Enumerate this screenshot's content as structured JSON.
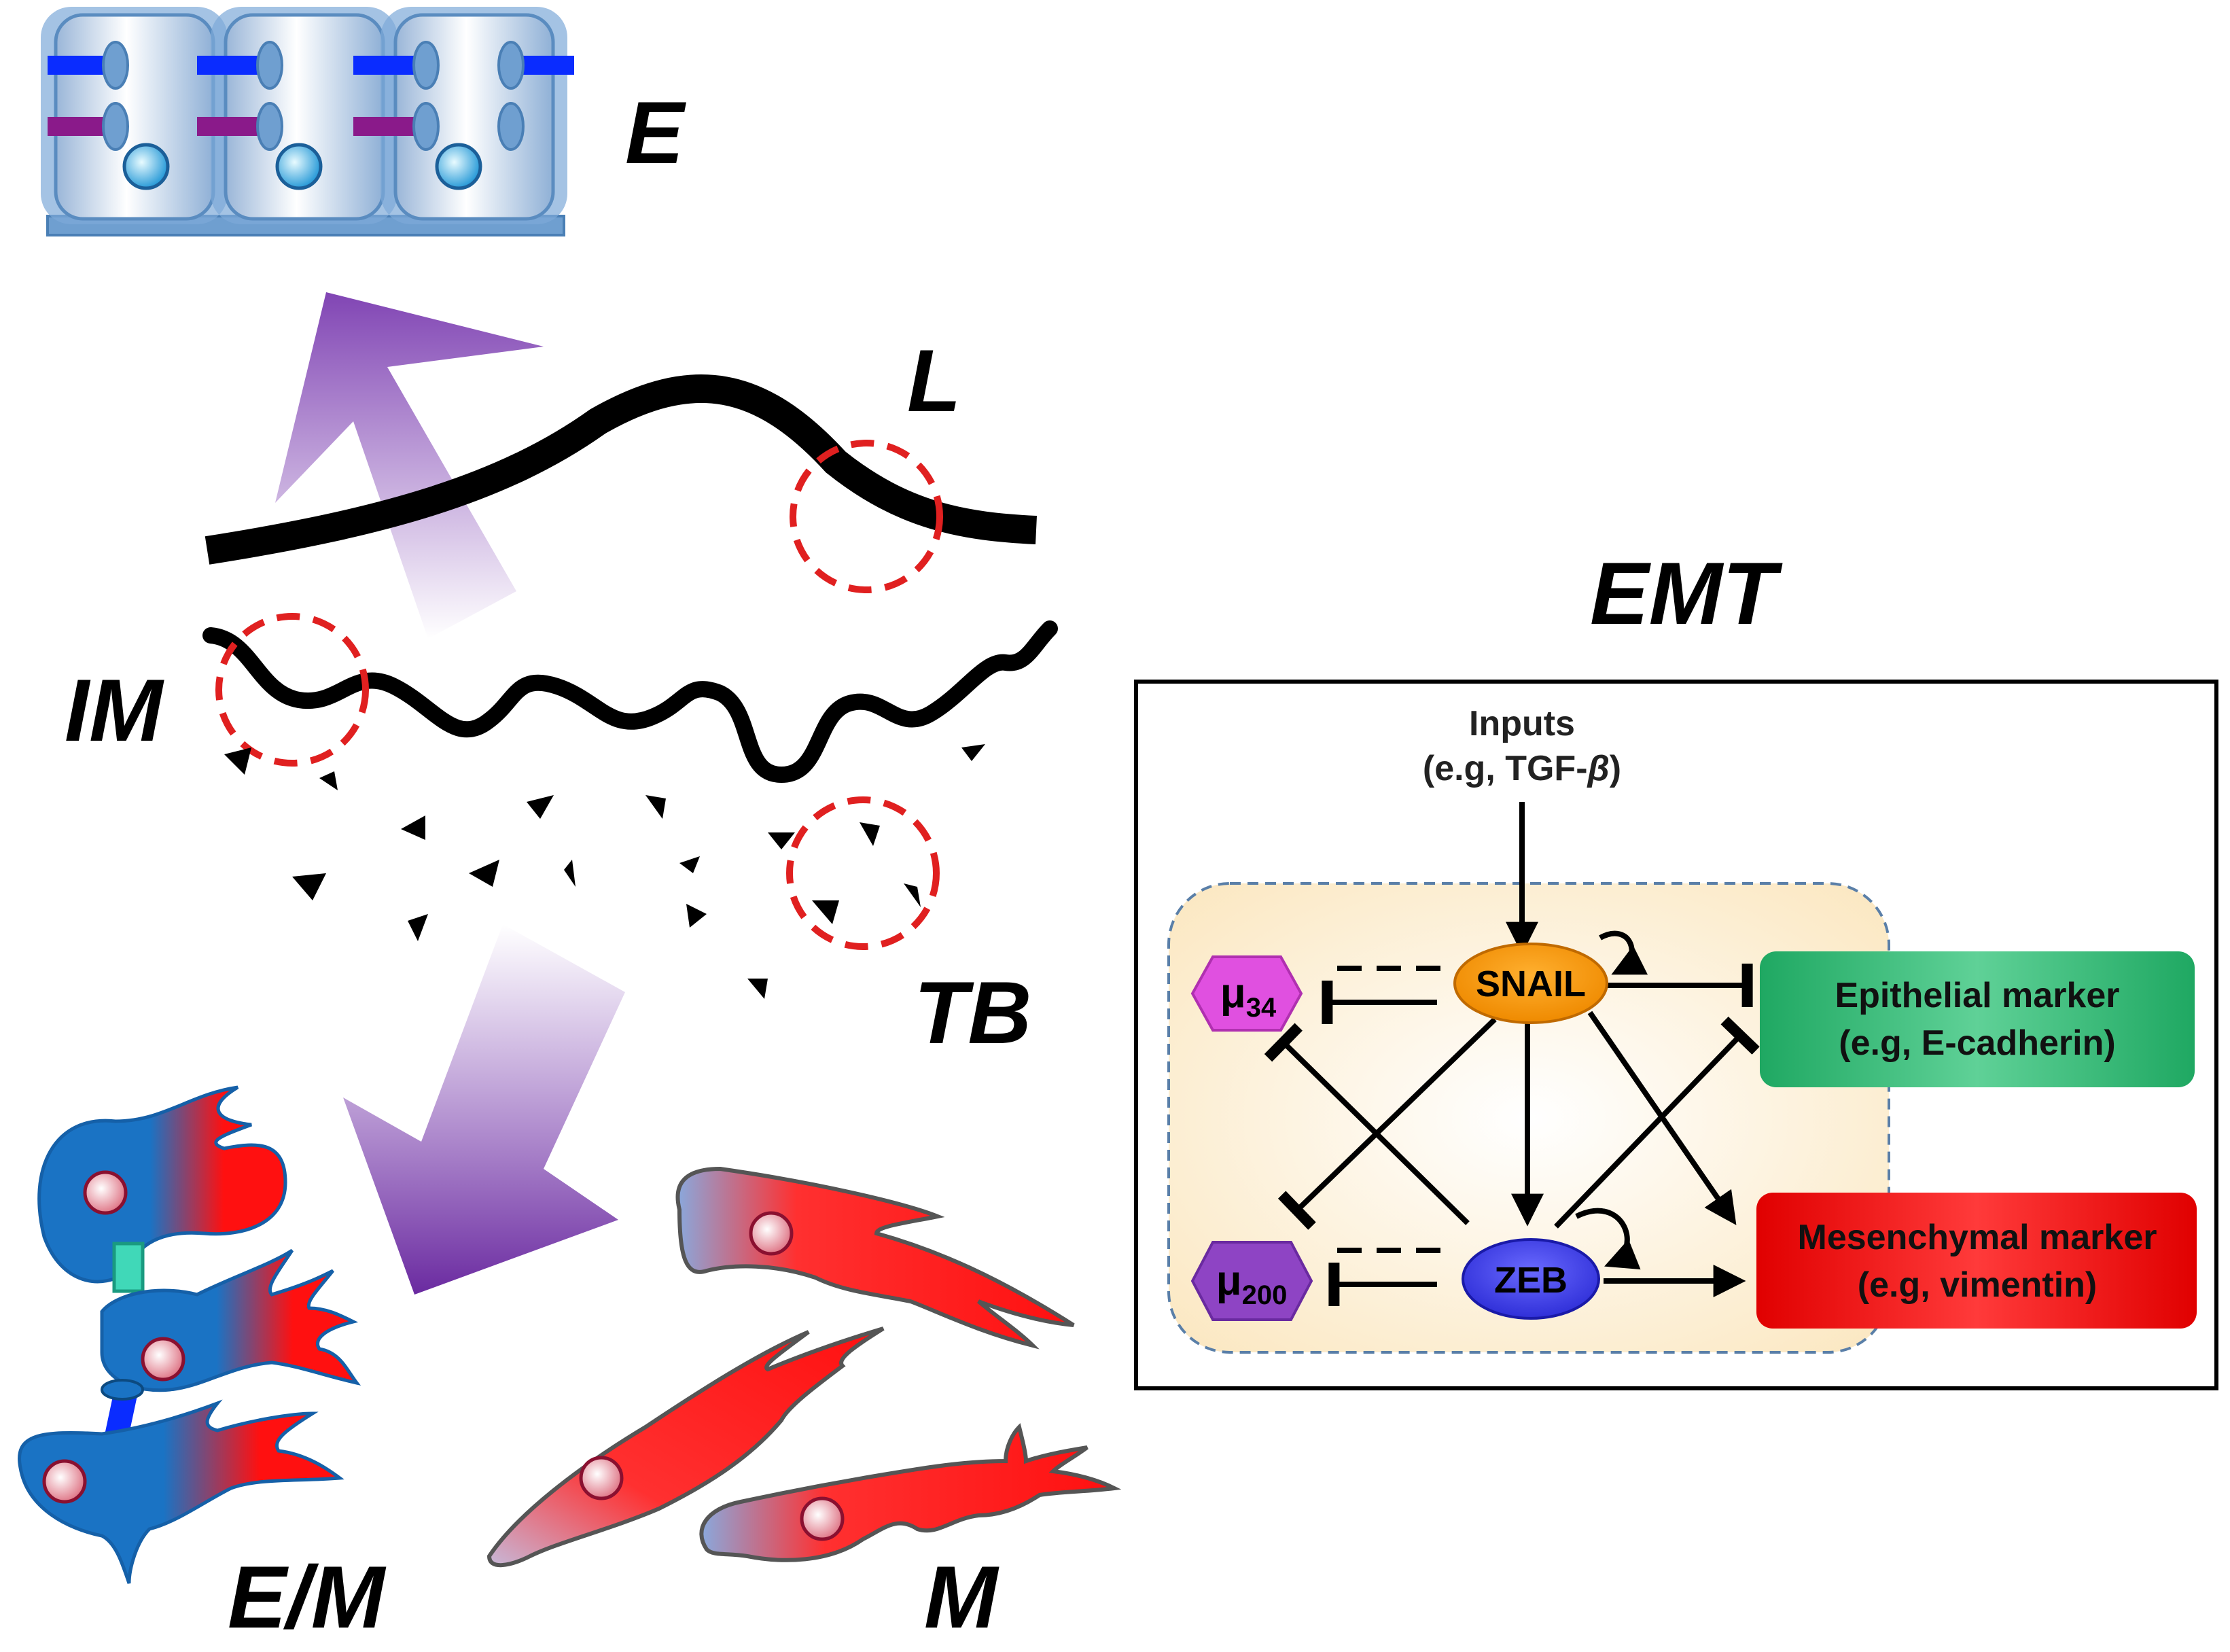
{
  "labels": {
    "epithelial": "E",
    "lumen": "L",
    "invasive_margin": "IM",
    "tumor_budding": "TB",
    "hybrid": "E/M",
    "mesenchymal": "M",
    "emt_title": "EMT"
  },
  "network": {
    "inputs_line1": "Inputs",
    "inputs_line2_prefix": "(e.g, TGF-",
    "inputs_beta": "β",
    "inputs_line2_suffix": ")",
    "snail": "SNAIL",
    "zeb": "ZEB",
    "mu": "μ",
    "mu34_sub": "34",
    "mu200_sub": "200",
    "epithelial_marker_line1": "Epithelial marker",
    "epithelial_marker_line2": "(e.g, E-cadherin)",
    "mesenchymal_marker_line1": "Mesenchymal marker",
    "mesenchymal_marker_line2": "(e.g, vimentin)"
  },
  "colors": {
    "snail": "#f39200",
    "zeb": "#3a3ae0",
    "mu34": "#e050e0",
    "mu200": "#8e44c4",
    "epithelial_marker": "#2eb872",
    "mesenchymal_marker": "#e81414",
    "module_bg": "#fdf1d6",
    "arrow_purple": "#7a3bb0",
    "cell_blue": "#1a73c4",
    "cell_red": "#ff1010"
  }
}
